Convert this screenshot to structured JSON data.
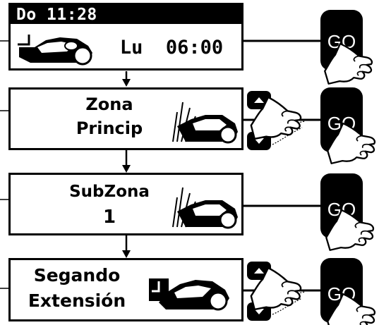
{
  "screens": [
    {
      "status": "Do 11:28",
      "line1": "Lu  06:00",
      "line2": "",
      "icon": "mower-dock-icon",
      "has_arrow_keys": false
    },
    {
      "status": "",
      "line1": "Zona",
      "line2": "Princip",
      "icon": "mower-grass-icon",
      "has_arrow_keys": true
    },
    {
      "status": "",
      "line1": "SubZona",
      "line2": "1",
      "icon": "mower-grass-icon",
      "has_arrow_keys": false
    },
    {
      "status": "",
      "line1": "Segando",
      "line2": "Extensión",
      "icon": "mower-dock-icon",
      "has_arrow_keys": true
    }
  ],
  "button_label": "GO",
  "icons": [
    "hand-pointer-icon",
    "arrow-up-key-icon",
    "arrow-down-key-icon",
    "flow-arrow-down-icon"
  ]
}
